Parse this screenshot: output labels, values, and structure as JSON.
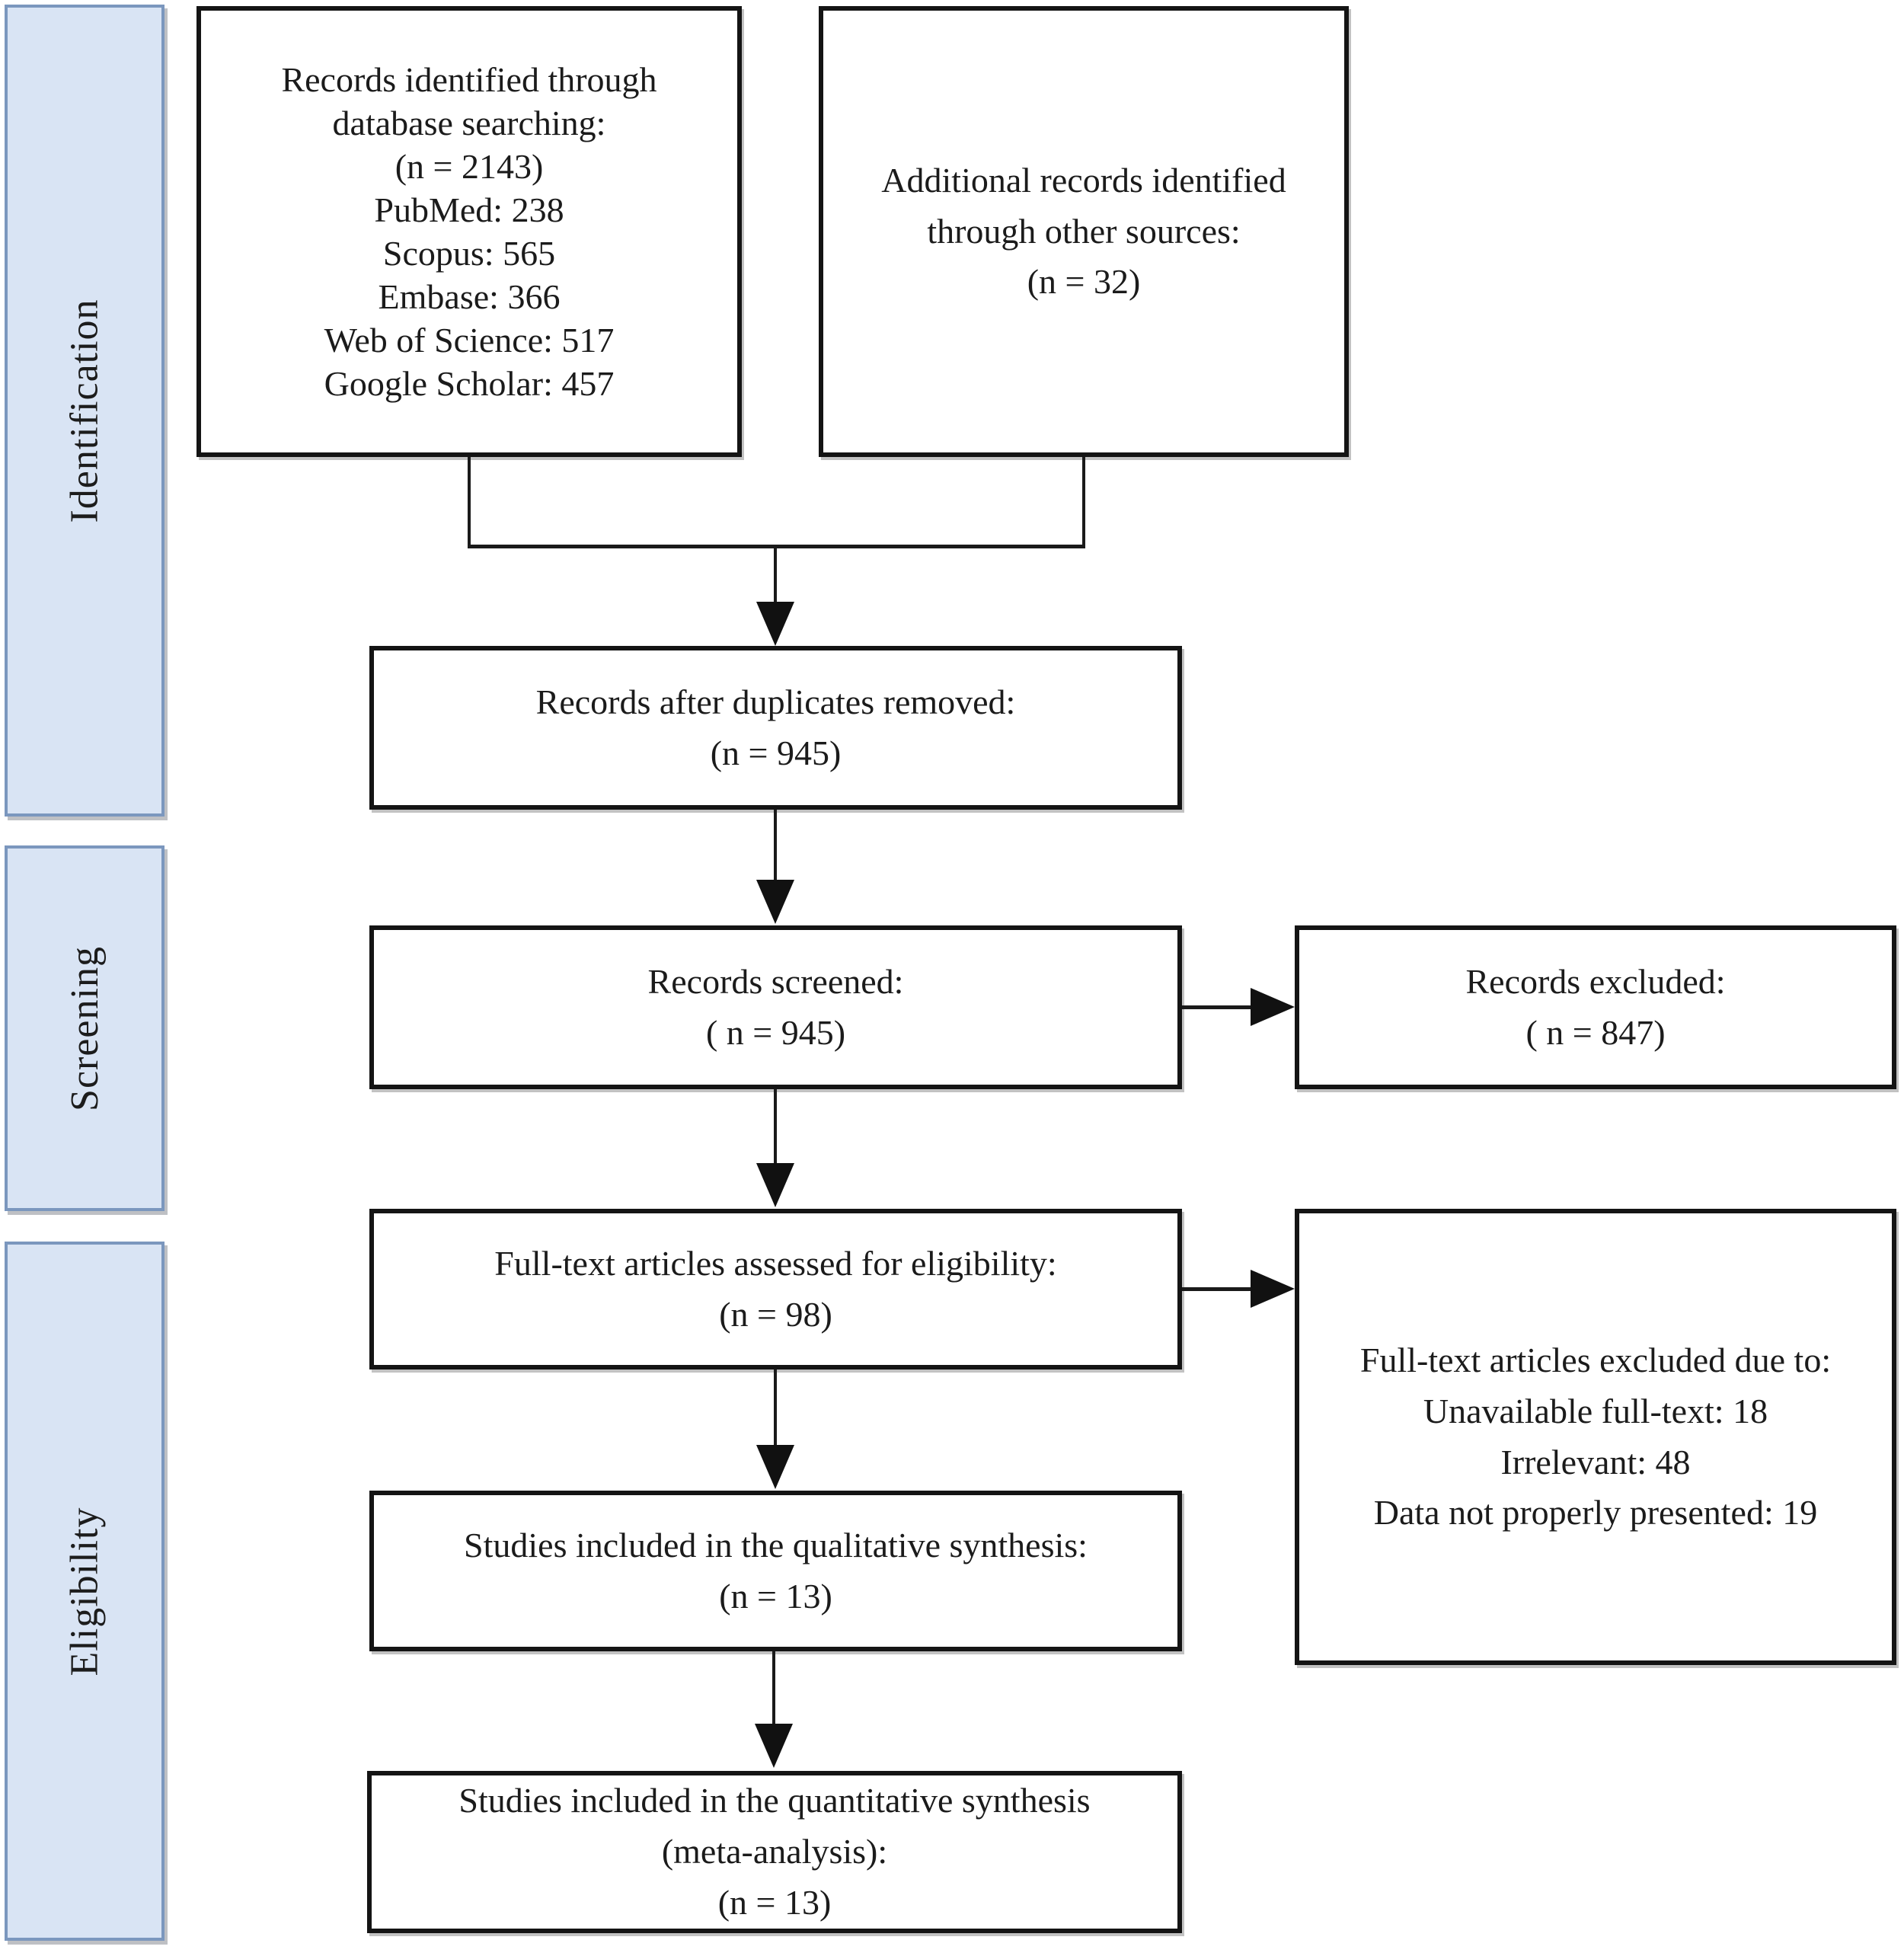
{
  "figure": {
    "title": "PRISMA study selection flow diagram",
    "colors": {
      "stage_fill": "#d9e4f4",
      "stage_border": "#7b97be",
      "box_border": "#141414",
      "line": "#1a1a1a",
      "text": "#1b1b1b",
      "background": "#ffffff"
    },
    "stages": [
      {
        "label": "Identification"
      },
      {
        "label": "Screening"
      },
      {
        "label": "Eligibility"
      }
    ],
    "boxes": {
      "identified": {
        "lines": [
          "Records identified through",
          "database searching:",
          "(n = 2143)",
          "PubMed: 238",
          "Scopus: 565",
          "Embase: 366",
          "Web of Science: 517",
          "Google Scholar: 457"
        ]
      },
      "additional": {
        "lines": [
          "Additional records identified",
          "through other sources:",
          "(n = 32)"
        ]
      },
      "deduplicated": {
        "lines": [
          "Records after duplicates removed:",
          "(n = 945)"
        ]
      },
      "screened": {
        "lines": [
          "Records screened:",
          "( n = 945)"
        ]
      },
      "records_excluded": {
        "lines": [
          "Records excluded:",
          "( n = 847)"
        ]
      },
      "fulltext_assessed": {
        "lines": [
          "Full-text articles assessed for eligibility:",
          "(n = 98)"
        ]
      },
      "fulltext_excluded": {
        "lines": [
          "Full-text articles excluded due to:",
          "Unavailable full-text: 18",
          "Irrelevant: 48",
          "Data not properly presented: 19"
        ]
      },
      "qualitative": {
        "lines": [
          "Studies included in the qualitative synthesis:",
          "(n = 13)"
        ]
      },
      "quantitative": {
        "lines": [
          "Studies included in the quantitative synthesis",
          "(meta-analysis):",
          "(n = 13)"
        ]
      }
    }
  }
}
